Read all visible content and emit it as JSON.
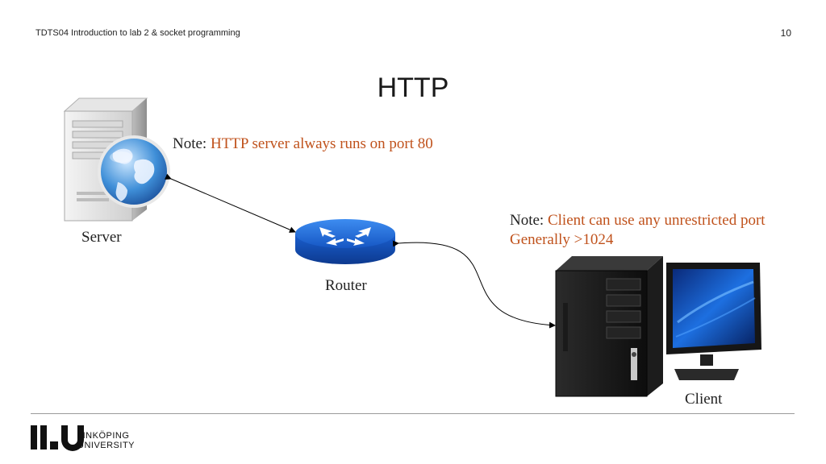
{
  "header": {
    "course_title": "TDTS04 Introduction to lab 2 & socket programming",
    "page_number": "10"
  },
  "title": "HTTP",
  "notes": {
    "server_note_prefix": "Note:",
    "server_note_text": "HTTP server always runs on port 80",
    "client_note_prefix": "Note:",
    "client_note_line1": "Client can use any unrestricted port",
    "client_note_line2": "Generally >1024"
  },
  "nodes": {
    "server_label": "Server",
    "router_label": "Router",
    "client_label": "Client"
  },
  "footer": {
    "logo_mark": "LiU",
    "logo_line1": "LINKÖPING",
    "logo_line2": "UNIVERSITY"
  },
  "colors": {
    "accent": "#c0521c",
    "router_blue": "#1e6fd9"
  },
  "icons": [
    "server-icon",
    "globe-icon",
    "router-icon",
    "client-computer-icon",
    "monitor-icon"
  ]
}
